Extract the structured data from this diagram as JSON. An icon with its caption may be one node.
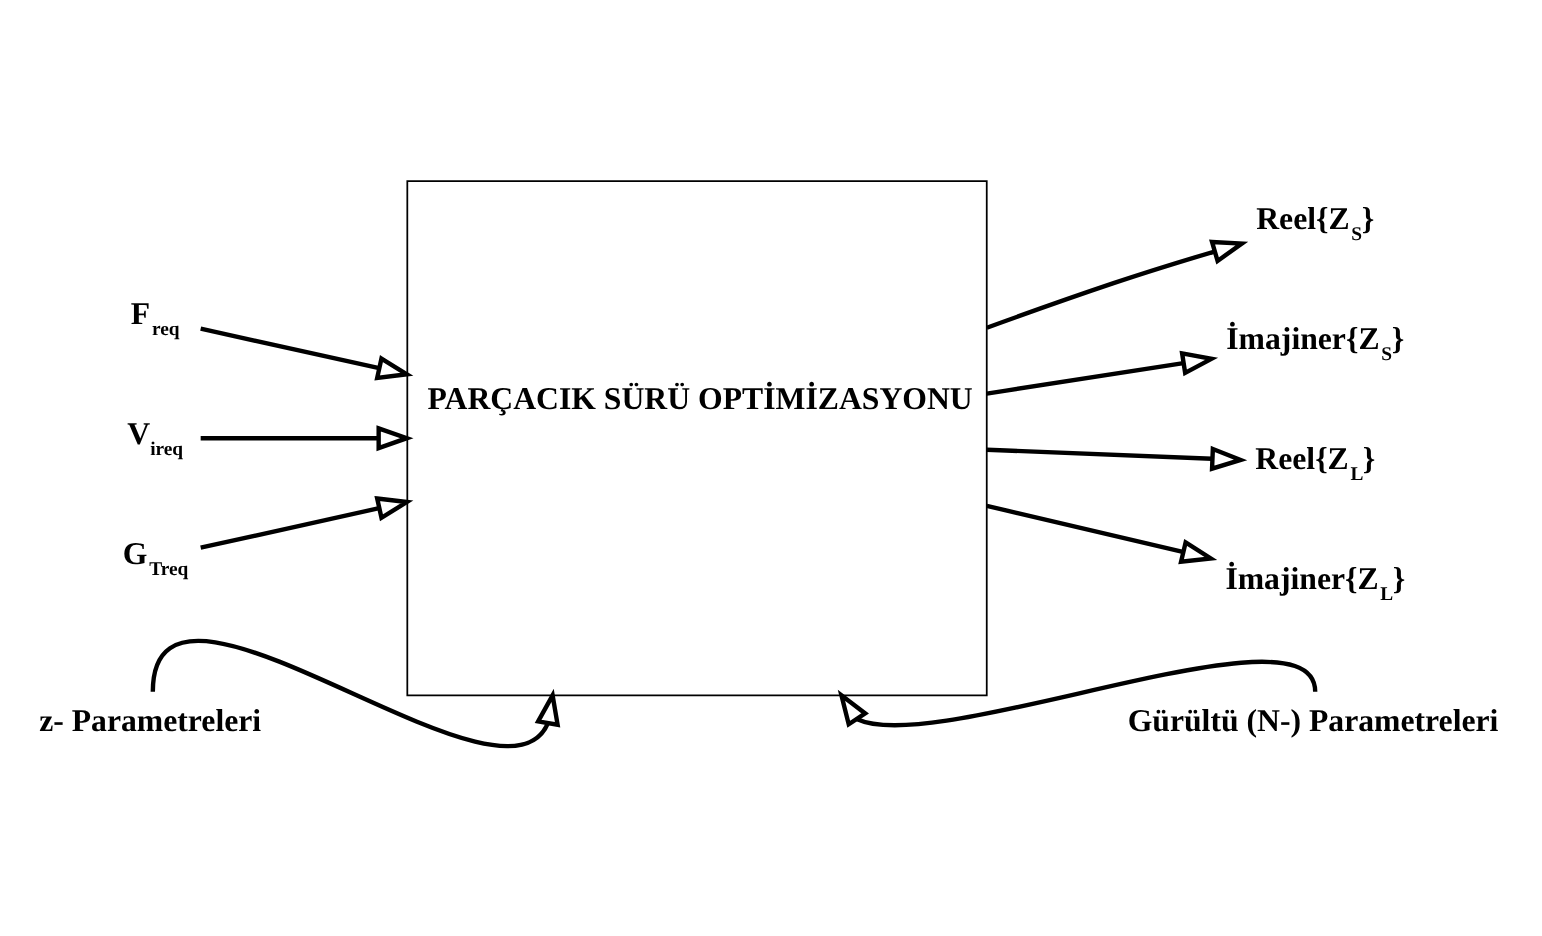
{
  "diagram": {
    "nodes": [
      {
        "text": [
          "PARÇACIK SÜRÜ OPTİMİZASYONU"
        ]
      },
      {
        "text": [
          "F$_{req}$"
        ]
      },
      {
        "text": [
          "V$_{ireq}$"
        ]
      },
      {
        "text": [
          "G$_{Treq}$"
        ]
      },
      {
        "text": [
          "Reel{Z$_{S}$}"
        ]
      },
      {
        "text": [
          "İmajiner{Z$_{S}$}"
        ]
      },
      {
        "text": [
          "Reel{Z$_{L}$}"
        ]
      },
      {
        "text": [
          "İmajiner{Z$_{L}$}"
        ]
      },
      {
        "text": [
          "z- Parametreleri"
        ]
      },
      {
        "text": [
          "Gürültü (N-) Parametreleri"
        ]
      }
    ],
    "edges": [
      {
        "from": 1,
        "to": 0,
        "arrow": "to"
      },
      {
        "from": 2,
        "to": 0,
        "arrow": "to"
      },
      {
        "from": 3,
        "to": 0,
        "arrow": "to"
      },
      {
        "from": 0,
        "to": 4,
        "arrow": "to"
      },
      {
        "from": 0,
        "to": 5,
        "arrow": "to"
      },
      {
        "from": 0,
        "to": 6,
        "arrow": "to"
      },
      {
        "from": 0,
        "to": 7,
        "arrow": "to"
      },
      {
        "from": 8,
        "to": 0,
        "arrow": "to"
      },
      {
        "from": 9,
        "to": 0,
        "arrow": "to"
      }
    ]
  }
}
